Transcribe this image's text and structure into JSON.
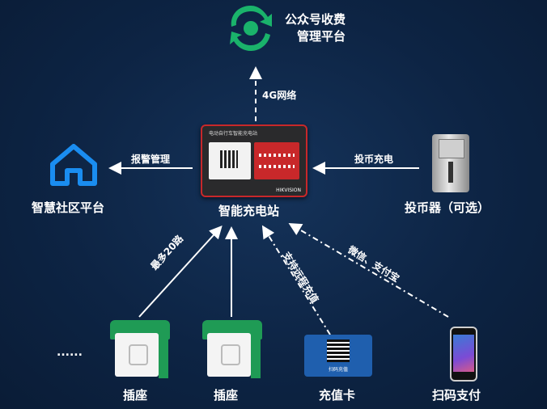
{
  "wechat_platform": {
    "line1": "公众号收费",
    "line2": "管理平台"
  },
  "network_label": "4G网络",
  "alarm_label": "报警管理",
  "coin_charge_label": "投币充电",
  "center_label": "智能充电站",
  "community_label": "智慧社区平台",
  "coin_device_label": "投币器（可选）",
  "max_label": "最多20路",
  "remote_label": "支持远程充值",
  "pay_label": "微信、支付宝",
  "ellipsis": "......",
  "socket1_label": "插座",
  "socket2_label": "插座",
  "card_label": "充值卡",
  "scan_label": "扫码支付",
  "device": {
    "title": "电动自行车智能充电站",
    "brand": "HIKVISION",
    "card_caption": "扫码充值"
  },
  "colors": {
    "wechat_green": "#1ab36b",
    "icon_blue": "#1a8df0",
    "socket_green": "#1f9b55",
    "card_blue": "#1f5fae",
    "device_red": "#c8282a"
  },
  "icons": {
    "platform": "wechat-logo-icon",
    "community": "house-icon"
  }
}
